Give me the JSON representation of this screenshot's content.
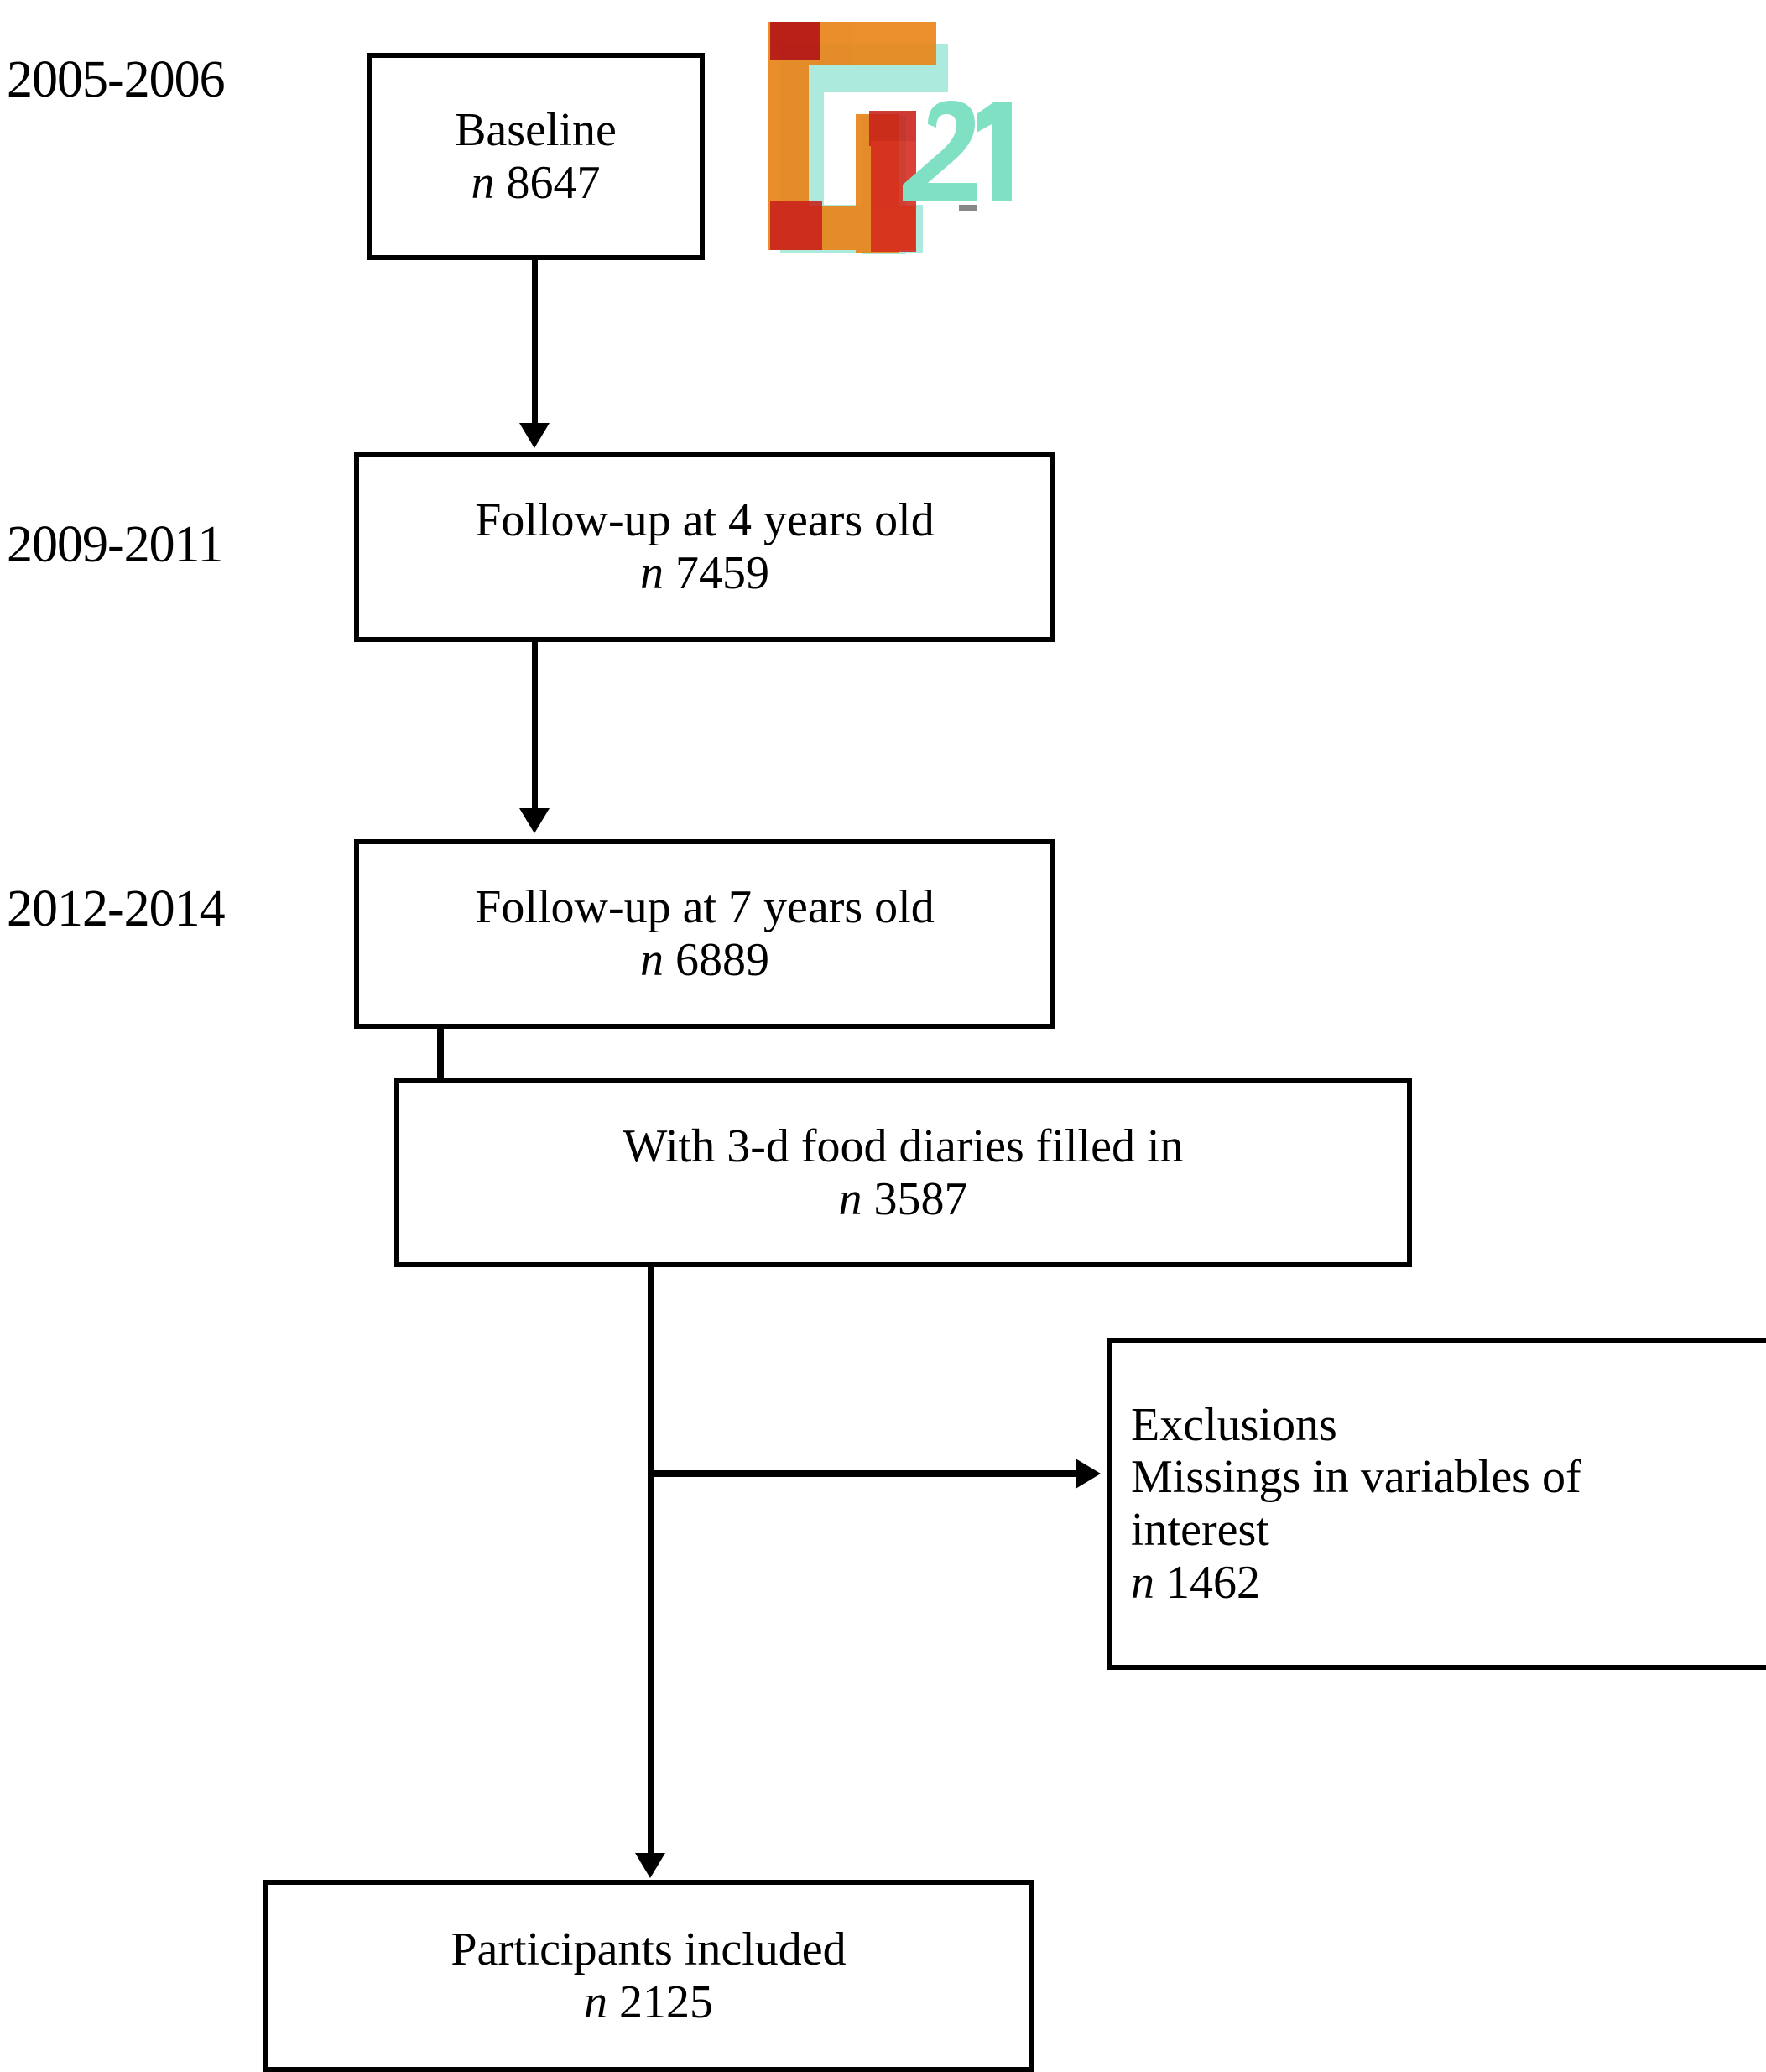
{
  "figure": {
    "type": "flowchart",
    "title": "Participant flow diagram",
    "logo": {
      "name": "g21-logo",
      "text": "G21",
      "colors": [
        "#e8521a",
        "#c8102e",
        "#8fe3d2",
        "#e8a11a"
      ]
    }
  },
  "timeline": [
    {
      "id": "period-1",
      "label": "2005-2006"
    },
    {
      "id": "period-2",
      "label": "2009-2011"
    },
    {
      "id": "period-3",
      "label": "2012-2014"
    }
  ],
  "nodes": [
    {
      "id": "baseline",
      "lines": [
        "Baseline"
      ],
      "n_prefix": "n",
      "n_value": "8647"
    },
    {
      "id": "followup-4y",
      "lines": [
        "Follow-up at 4 years old"
      ],
      "n_prefix": "n",
      "n_value": "7459"
    },
    {
      "id": "followup-7y",
      "lines": [
        "Follow-up at 7 years old"
      ],
      "n_prefix": "n",
      "n_value": "6889"
    },
    {
      "id": "food-diaries",
      "lines": [
        "With 3-d food diaries filled in"
      ],
      "n_prefix": "n",
      "n_value": "3587"
    },
    {
      "id": "exclusions",
      "lines": [
        "Exclusions",
        "Missings in variables of interest"
      ],
      "n_prefix": "n",
      "n_value": "1462"
    },
    {
      "id": "participants-included",
      "lines": [
        "Participants included"
      ],
      "n_prefix": "n",
      "n_value": "2125"
    }
  ],
  "node_text": {
    "baseline_line1": "Baseline",
    "baseline_n_prefix": "n",
    "baseline_n_value": "8647",
    "followup4_line1": "Follow-up at 4 years old",
    "followup4_n_prefix": "n",
    "followup4_n_value": "7459",
    "followup7_line1": "Follow-up at 7 years old",
    "followup7_n_prefix": "n",
    "followup7_n_value": "6889",
    "diaries_line1": "With 3-d food diaries filled in",
    "diaries_n_prefix": "n",
    "diaries_n_value": "3587",
    "exclusions_line1": "Exclusions",
    "exclusions_line2": "Missings in variables of",
    "exclusions_line3": "interest",
    "exclusions_n_prefix": "n",
    "exclusions_n_value": "1462",
    "included_line1": "Participants included",
    "included_n_prefix": "n",
    "included_n_value": "2125"
  },
  "edges": [
    {
      "id": "edge-baseline-to-4y",
      "from": "baseline",
      "to": "followup-4y",
      "style": "straight-down-arrow"
    },
    {
      "id": "edge-4y-to-7y",
      "from": "followup-4y",
      "to": "followup-7y",
      "style": "straight-down-arrow"
    },
    {
      "id": "edge-7y-to-diaries",
      "from": "followup-7y",
      "to": "food-diaries",
      "style": "elbow-right-arrow"
    },
    {
      "id": "edge-diaries-to-exclusions",
      "from": "food-diaries",
      "to": "exclusions",
      "style": "branch-right-arrow"
    },
    {
      "id": "edge-diaries-to-included",
      "from": "food-diaries",
      "to": "participants-included",
      "style": "straight-down-arrow"
    }
  ]
}
